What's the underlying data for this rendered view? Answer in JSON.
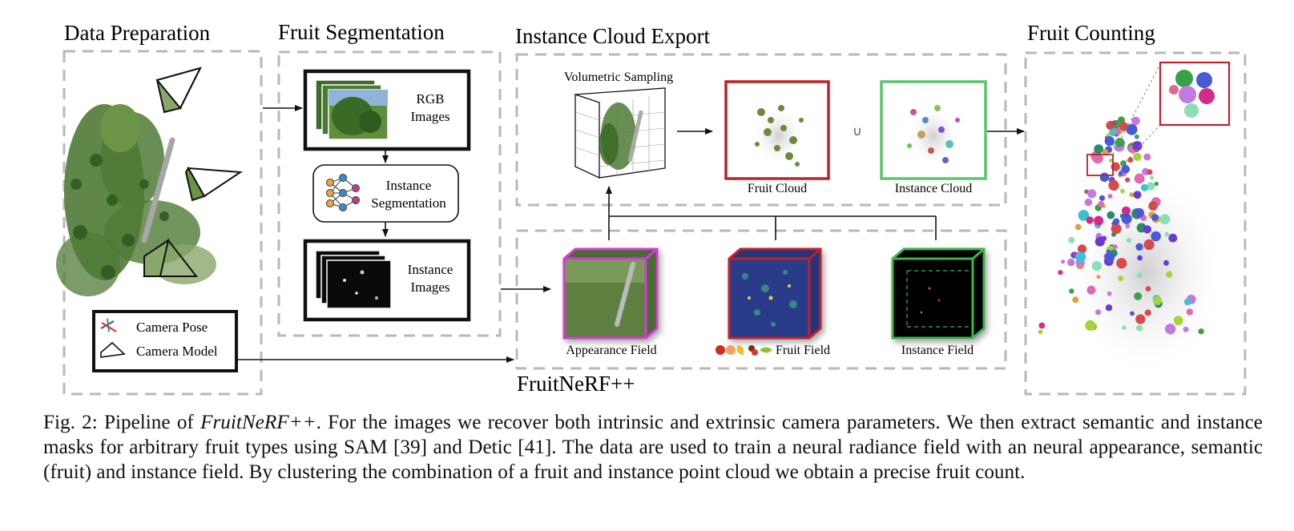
{
  "sections": {
    "data_preparation": "Data Preparation",
    "fruit_segmentation": "Fruit Segmentation",
    "instance_cloud_export": "Instance Cloud Export",
    "fruit_counting": "Fruit Counting",
    "fruitnerf": "FruitNeRF++"
  },
  "segmentation": {
    "rgb_line1": "RGB",
    "rgb_line2": "Images",
    "seg_line1": "Instance",
    "seg_line2": "Segmentation",
    "inst_line1": "Instance",
    "inst_line2": "Images"
  },
  "legend": {
    "camera_pose": "Camera Pose",
    "camera_model": "Camera Model"
  },
  "export": {
    "volumetric_sampling": "Volumetric Sampling",
    "fruit_cloud": "Fruit Cloud",
    "instance_cloud": "Instance Cloud",
    "union_symbol": "∪"
  },
  "fields": {
    "appearance": "Appearance Field",
    "fruit": "Fruit Field",
    "instance": "Instance Field"
  },
  "caption": {
    "prefix": "Fig. 2: Pipeline of ",
    "name": "FruitNeRF++",
    "body": ". For the images we recover both intrinsic and extrinsic camera parameters. We then extract semantic and instance masks for arbitrary fruit types using SAM [39] and Detic [41]. The data are used to train a neural radiance field with an neural appearance, semantic (fruit) and instance field. By clustering the combination of a fruit and instance point cloud we obtain a precise fruit count."
  },
  "colors": {
    "dashed_border": "#b8b8b8",
    "fruit_cloud_border": "#c0202a",
    "instance_cloud_border": "#5cc46a",
    "appearance_border": "#d63ad6",
    "fruit_field_border": "#c0202a",
    "instance_field_border": "#3fb24f",
    "foliage": "#4f7a35",
    "fruit_field_fill": "#2a3b8a"
  }
}
